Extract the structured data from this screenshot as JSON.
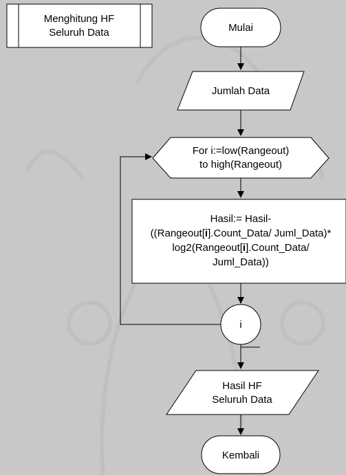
{
  "subroutine": {
    "line1": "Menghitung HF",
    "line2": "Seluruh Data"
  },
  "start": {
    "label": "Mulai"
  },
  "input": {
    "label": "Jumlah Data"
  },
  "loop": {
    "line1": "For i:=low(Rangeout)",
    "line2": "to high(Rangeout)"
  },
  "process": {
    "line1": "Hasil:= Hasil-",
    "line2_a": "((Rangeout[",
    "line2_b": "i",
    "line2_c": "].Count_Data/ Juml_Data)*",
    "line3_a": "log2(Rangeout[",
    "line3_b": "i",
    "line3_c": "].Count_Data/",
    "line4": "Juml_Data))"
  },
  "connector": {
    "label": "i"
  },
  "output": {
    "line1": "Hasil HF",
    "line2": "Seluruh Data"
  },
  "end": {
    "label": "Kembali"
  }
}
